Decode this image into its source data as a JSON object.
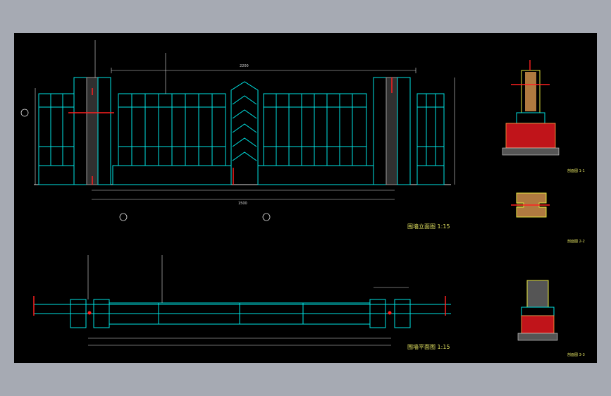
{
  "drawing": {
    "elevation_title": "围墙立面图 1:15",
    "plan_title": "围墙平面图 1:15",
    "overall_dim_top": "2200",
    "overall_dim_bottom": "1500",
    "detail_labels": [
      "剖面图 1-1",
      "剖面图 2-2",
      "剖面图 3-3"
    ]
  },
  "colors": {
    "background": "#000000",
    "outer": "#a6aab3",
    "line_cyan": "#00e5e5",
    "line_red": "#ff2020",
    "line_yellow": "#e6e640",
    "line_white": "#dcdcdc",
    "brick_red": "#c0141a"
  }
}
